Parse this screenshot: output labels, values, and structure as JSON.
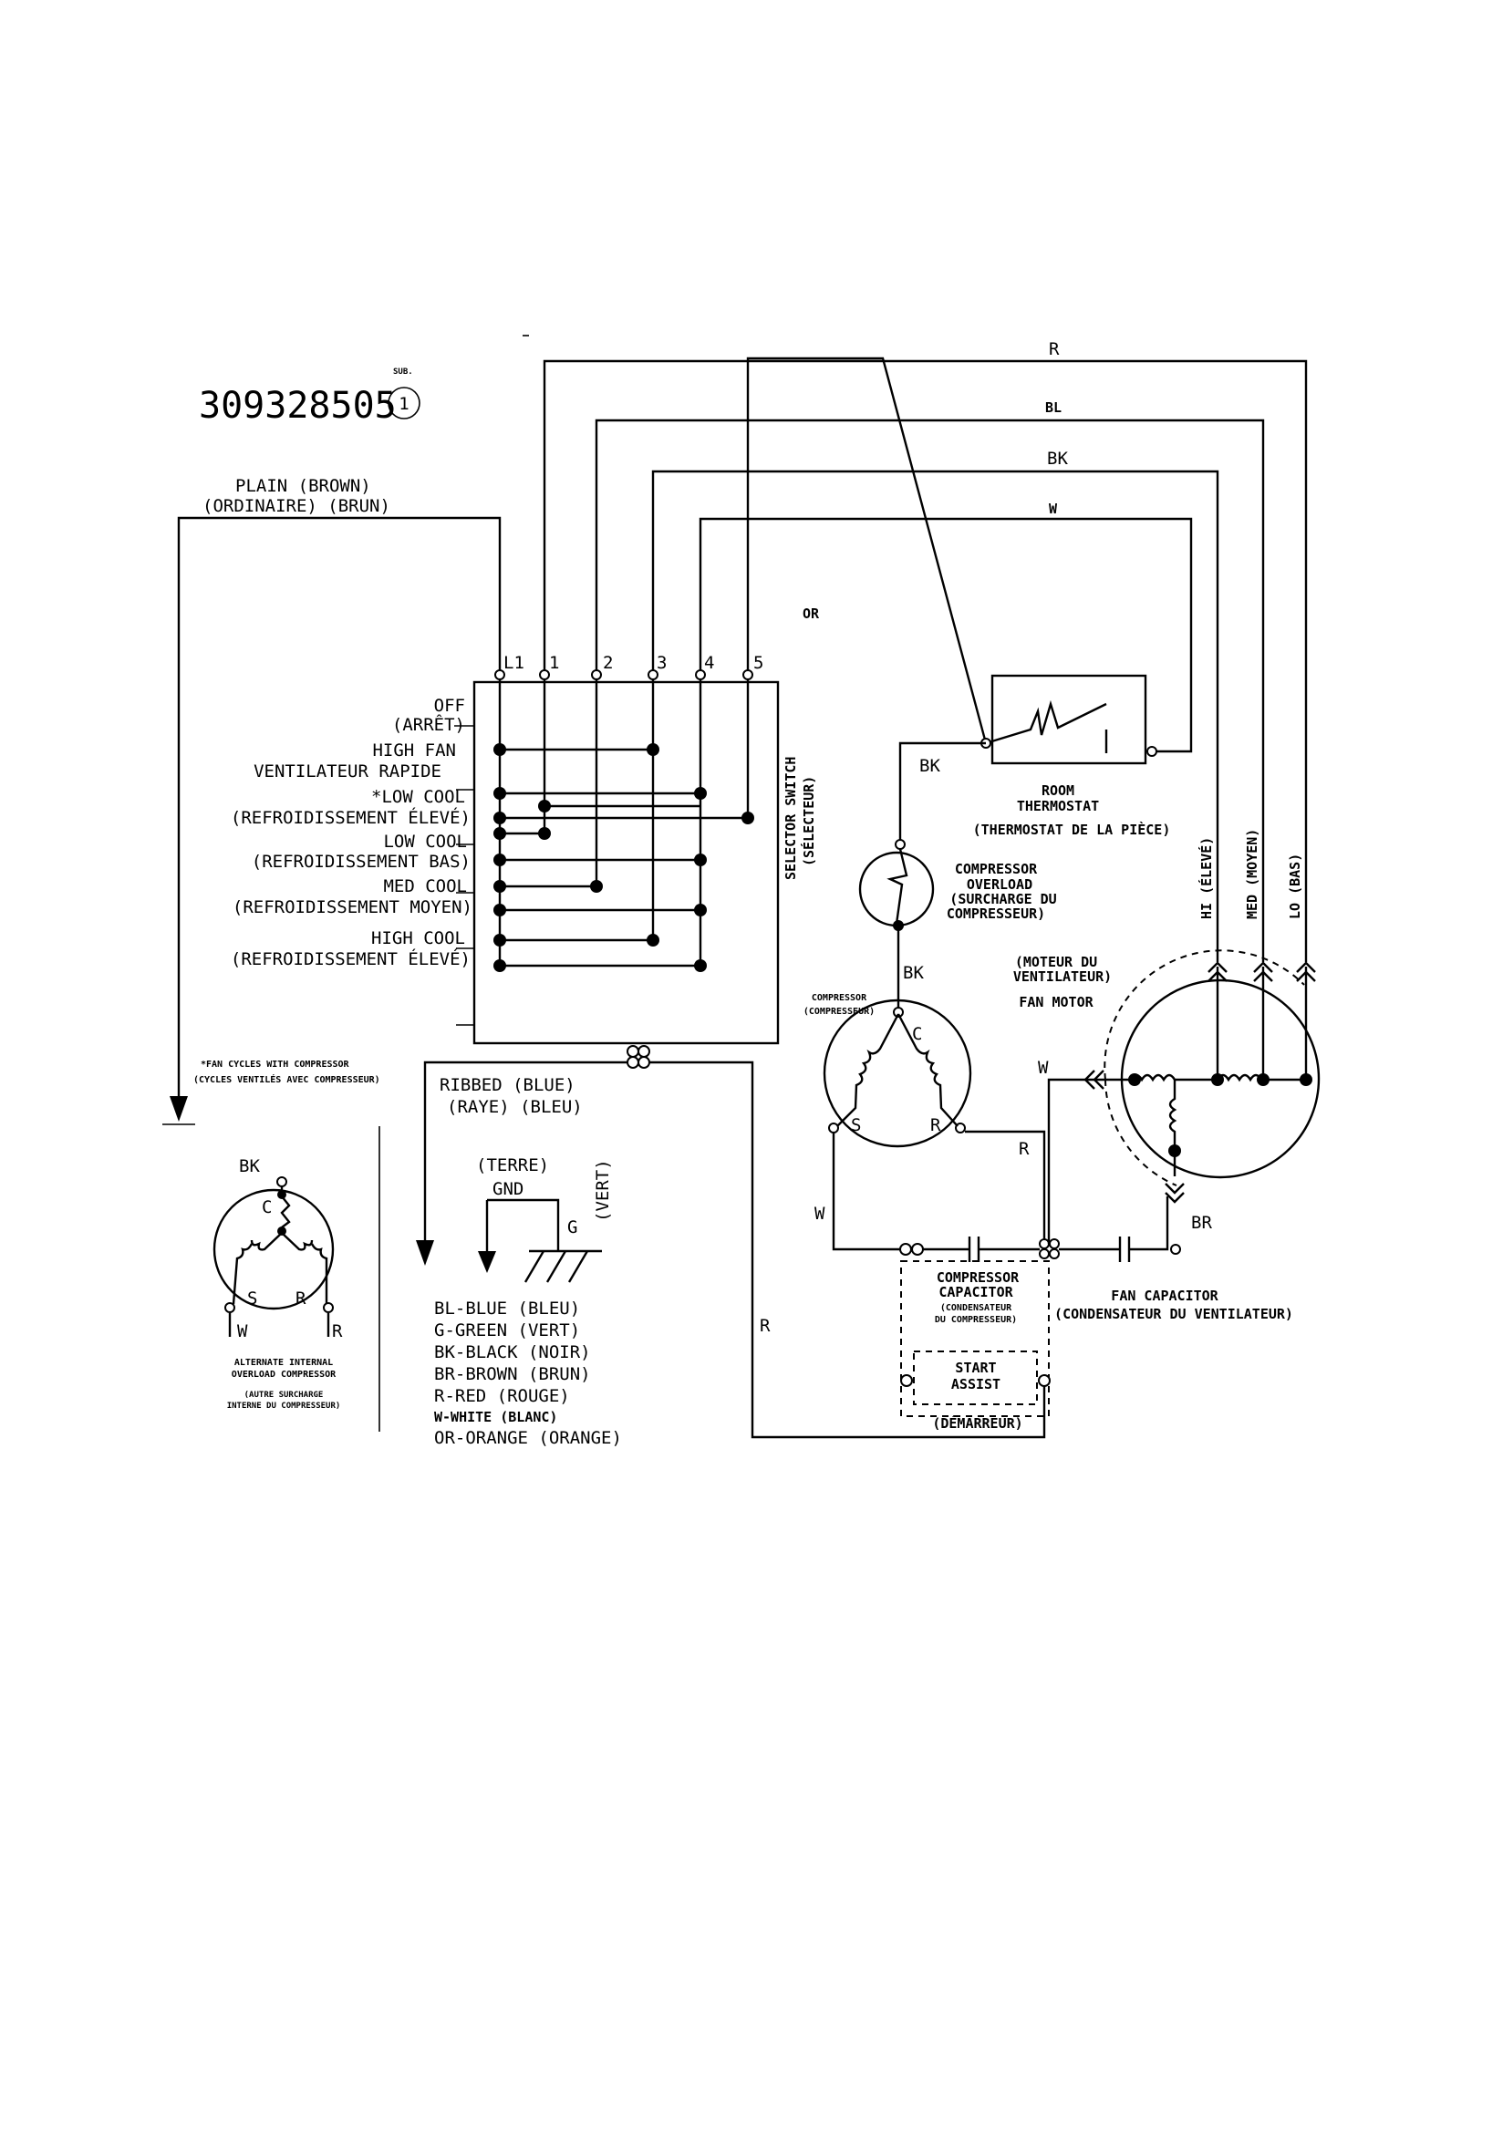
{
  "part_number": "309328505",
  "sub_label": "SUB.",
  "sub_number": "1",
  "wires": {
    "top_r": "R",
    "top_bl": "BL",
    "top_bk": "BK",
    "top_w": "W",
    "or": "OR",
    "thermo_bk": "BK",
    "comp_bk": "BK",
    "fan_w": "W",
    "comp_r": "R",
    "comp_w": "W",
    "return_r": "R",
    "fan_br": "BR"
  },
  "plain_line1": "PLAIN   (BROWN)",
  "plain_line2": "(ORDINAIRE) (BRUN)",
  "terminals": [
    "L1",
    "1",
    "2",
    "3",
    "4",
    "5"
  ],
  "positions": [
    "OFF",
    "(ARRÊT)",
    "HIGH FAN",
    "VENTILATEUR RAPIDE",
    "*LOW COOL",
    "(REFROIDISSEMENT ÉLEVÉ)",
    "LOW COOL",
    "(REFROIDISSEMENT BAS)",
    "MED COOL",
    "(REFROIDISSEMENT MOYEN)",
    "HIGH COOL",
    "(REFROIDISSEMENT  ÉLEVÉ)"
  ],
  "selector_switch": "SELECTOR SWITCH",
  "selector_switch_fr": "(SÉLECTEUR)",
  "thermostat": [
    "ROOM",
    "THERMOSTAT",
    "(THERMOSTAT DE LA PIÈCE)"
  ],
  "overload": [
    "COMPRESSOR",
    "OVERLOAD",
    "(SURCHARGE DU",
    "COMPRESSEUR)"
  ],
  "compressor": [
    "COMPRESSOR",
    "(COMPRESSEUR)"
  ],
  "comp_terms": [
    "C",
    "S",
    "R"
  ],
  "fan_motor": [
    "(MOTEUR DU",
    "VENTILATEUR)",
    "FAN MOTOR"
  ],
  "speeds": [
    "HI (ÉLEVÉ)",
    "MED (MOYEN)",
    "LO (BAS)"
  ],
  "fan_note": [
    "*FAN CYCLES WITH COMPRESSOR",
    "(CYCLES VENTILÉS AVEC COMPRESSEUR)"
  ],
  "ribbed": [
    "RIBBED  (BLUE)",
    "(RAYE)  (BLEU)"
  ],
  "ground": [
    "(TERRE)",
    "GND",
    "G",
    "(VERT)"
  ],
  "alt_terms": [
    "BK",
    "C",
    "S",
    "R",
    "W",
    "R"
  ],
  "alt_caption": [
    "ALTERNATE INTERNAL",
    "OVERLOAD COMPRESSOR",
    "(AUTRE SURCHARGE",
    "INTERNE DU COMPRESSEUR)"
  ],
  "legend": [
    "BL-BLUE (BLEU)",
    "G-GREEN (VERT)",
    "BK-BLACK (NOIR)",
    "BR-BROWN (BRUN)",
    "R-RED (ROUGE)",
    "W-WHITE (BLANC)",
    "OR-ORANGE (ORANGE)"
  ],
  "comp_capacitor": [
    "COMPRESSOR",
    "CAPACITOR",
    "(CONDENSATEUR",
    "DU COMPRESSEUR)"
  ],
  "start_assist": [
    "START",
    "ASSIST",
    "(DÉMARREUR)"
  ],
  "fan_capacitor": [
    "FAN CAPACITOR",
    "(CONDENSATEUR DU VENTILATEUR)"
  ]
}
